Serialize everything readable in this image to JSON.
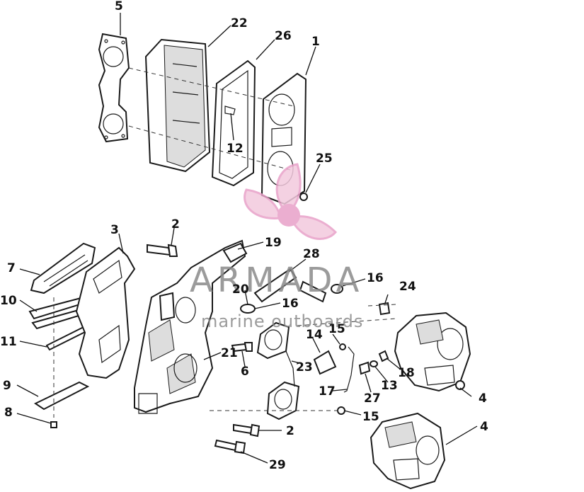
{
  "callouts": [
    {
      "id": "c5",
      "text": "5"
    },
    {
      "id": "c22",
      "text": "22"
    },
    {
      "id": "c26",
      "text": "26"
    },
    {
      "id": "c1",
      "text": "1"
    },
    {
      "id": "c12",
      "text": "12"
    },
    {
      "id": "c25",
      "text": "25"
    },
    {
      "id": "c3",
      "text": "3"
    },
    {
      "id": "c2a",
      "text": "2"
    },
    {
      "id": "c19",
      "text": "19"
    },
    {
      "id": "c28",
      "text": "28"
    },
    {
      "id": "c7",
      "text": "7"
    },
    {
      "id": "c20",
      "text": "20"
    },
    {
      "id": "c16a",
      "text": "16"
    },
    {
      "id": "c16b",
      "text": "16"
    },
    {
      "id": "c24",
      "text": "24"
    },
    {
      "id": "c10",
      "text": "10"
    },
    {
      "id": "c14",
      "text": "14"
    },
    {
      "id": "c15a",
      "text": "15"
    },
    {
      "id": "c11",
      "text": "11"
    },
    {
      "id": "c21",
      "text": "21"
    },
    {
      "id": "c6",
      "text": "6"
    },
    {
      "id": "c23",
      "text": "23"
    },
    {
      "id": "c18",
      "text": "18"
    },
    {
      "id": "c13",
      "text": "13"
    },
    {
      "id": "c9",
      "text": "9"
    },
    {
      "id": "c17",
      "text": "17"
    },
    {
      "id": "c27",
      "text": "27"
    },
    {
      "id": "c4a",
      "text": "4"
    },
    {
      "id": "c8",
      "text": "8"
    },
    {
      "id": "c15b",
      "text": "15"
    },
    {
      "id": "c4b",
      "text": "4"
    },
    {
      "id": "c2b",
      "text": "2"
    },
    {
      "id": "c29",
      "text": "29"
    }
  ],
  "watermark": {
    "brand": "ARMADA",
    "tagline": "marine outboards",
    "accent_color": "#e8a0c8",
    "icon": "propeller-icon"
  },
  "colors": {
    "line": "#1a1a1a",
    "background": "#ffffff",
    "watermark_text": "#8a8a8a",
    "watermark_accent": "#e8a0c8"
  }
}
